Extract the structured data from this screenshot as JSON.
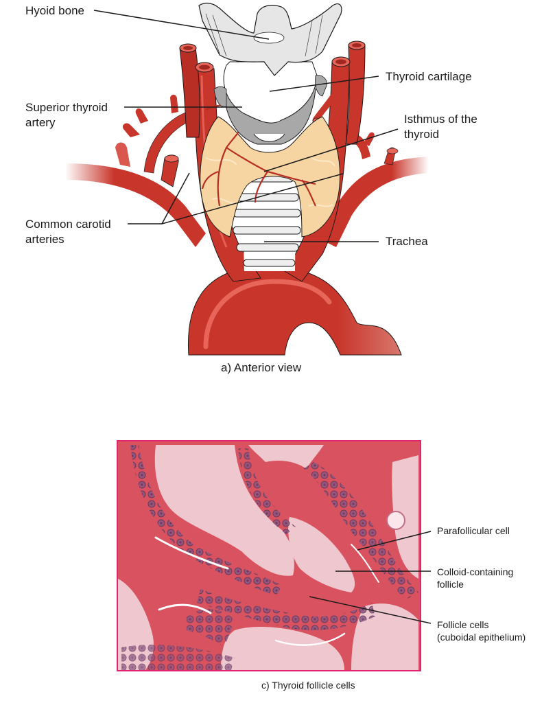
{
  "figure_a": {
    "caption": "a) Anterior view",
    "labels": {
      "hyoid_bone": "Hyoid bone",
      "thyroid_cartilage": "Thyroid cartilage",
      "superior_thyroid_artery_line1": "Superior thyroid",
      "superior_thyroid_artery_line2": "artery",
      "isthmus_line1": "Isthmus of the",
      "isthmus_line2": "thyroid",
      "common_carotid_line1": "Common carotid",
      "common_carotid_line2": "arteries",
      "trachea": "Trachea"
    },
    "colors": {
      "artery": "#c8352a",
      "artery_highlight": "#ea6a5e",
      "thyroid_gland": "#f6d5a2",
      "cartilage": "#e6e6e6",
      "cartilage_shadow": "#a8a8a8",
      "outline": "#1a1a1a"
    }
  },
  "figure_c": {
    "caption": "c) Thyroid follicle cells",
    "labels": {
      "parafollicular_cell": "Parafollicular cell",
      "colloid_line1": "Colloid-containing",
      "colloid_line2": "follicle",
      "follicle_cells_line1": "Follicle cells",
      "follicle_cells_line2": "(cuboidal epithelium)"
    },
    "colors": {
      "frame": "#e0256f",
      "colloid": "#efc7cf",
      "stroma": "#d9525f",
      "nucleus": "#7a4a78"
    }
  }
}
